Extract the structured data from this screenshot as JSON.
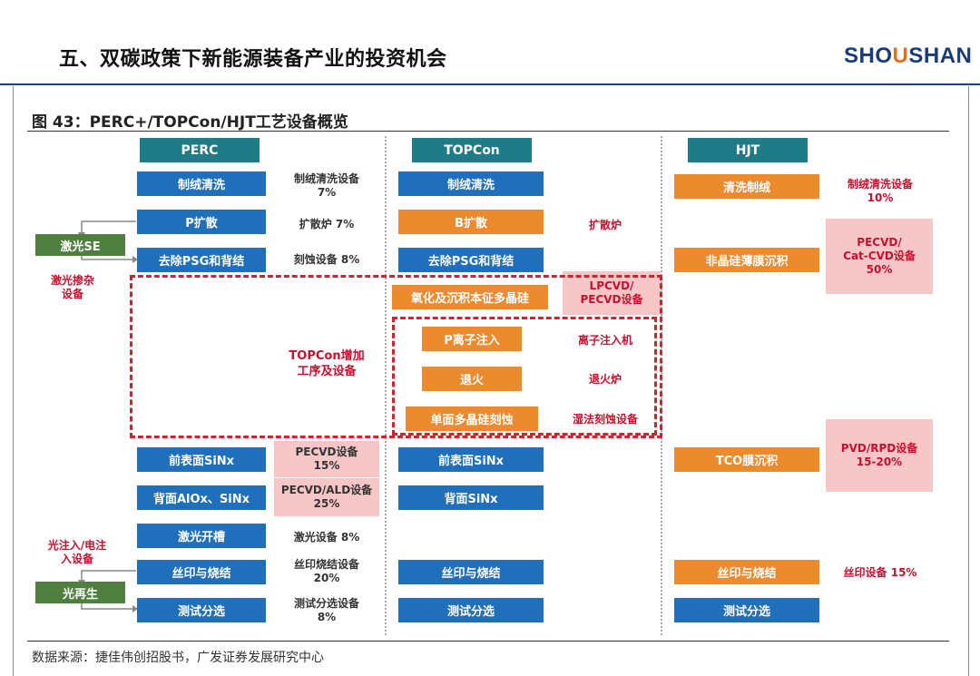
{
  "header": {
    "section_title": "五、双碳政策下新能源装备产业的投资机会",
    "logo_part1": "SHO",
    "logo_part2": "U",
    "logo_part3": "SHAN"
  },
  "figure": {
    "title": "图 43：PERC+/TOPCon/HJT工艺设备概览",
    "source": "数据来源：捷佳伟创招股书，广发证券发展研究中心"
  },
  "columns": {
    "perc": {
      "header": "PERC",
      "steps": [
        "制绒清洗",
        "P扩散",
        "去除PSG和背结",
        "前表面SiNx",
        "背面AlOx、SiNx",
        "激光开槽",
        "丝印与烧结",
        "测试分选"
      ],
      "equip": {
        "texturing": [
          "制绒清洗设备",
          "7%"
        ],
        "diffusion": "扩散炉 7%",
        "etch": "刻蚀设备 8%",
        "pecvd": [
          "PECVD设备",
          "15%"
        ],
        "pecvd_ald": [
          "PECVD/ALD设备",
          "25%"
        ],
        "laser": "激光设备 8%",
        "print": [
          "丝印烧结设备",
          "20%"
        ],
        "test": [
          "测试分选设备",
          "8%"
        ]
      }
    },
    "topcon": {
      "header": "TOPCon",
      "steps": [
        "制绒清洗",
        "B扩散",
        "去除PSG和背结",
        "氧化及沉积本征多晶硅",
        "P离子注入",
        "退火",
        "单面多晶硅刻蚀",
        "前表面SiNx",
        "背面SiNx",
        "丝印与烧结",
        "测试分选"
      ],
      "equip": {
        "diffusion": "扩散炉",
        "lpcvd": [
          "LPCVD/",
          "PECVD设备"
        ],
        "implant": "离子注入机",
        "anneal": "退火炉",
        "wet_etch": "湿法刻蚀设备"
      },
      "added": [
        "TOPCon增加",
        "工序及设备"
      ]
    },
    "hjt": {
      "header": "HJT",
      "steps": [
        "清洗制绒",
        "非晶硅薄膜沉积",
        "TCO膜沉积",
        "丝印与烧结",
        "测试分选"
      ],
      "equip": {
        "texturing": [
          "制绒清洗设备",
          "10%"
        ],
        "pecvd": [
          "PECVD/",
          "Cat-CVD设备",
          "50%"
        ],
        "pvd": [
          "PVD/RPD设备",
          "15-20%"
        ],
        "print": "丝印设备 15%"
      }
    }
  },
  "side": {
    "laser_se": "激光SE",
    "laser_doping": [
      "激光掺杂",
      "设备"
    ],
    "light_injection": [
      "光注入/电注",
      "入设备"
    ],
    "light_regen": "光再生"
  }
}
